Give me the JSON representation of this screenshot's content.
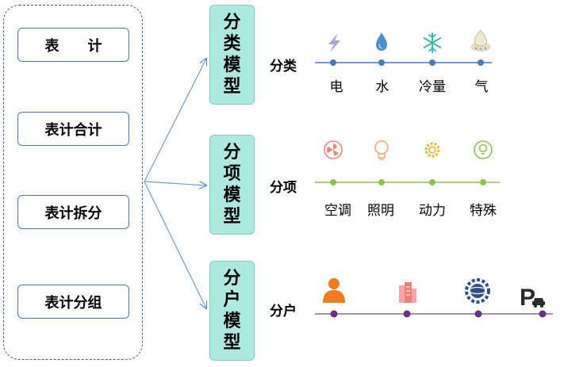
{
  "left_boxes": [
    "表　　计",
    "表计合计",
    "表计拆分",
    "表计分组"
  ],
  "models": [
    "分类模型",
    "分项模型",
    "分户模型"
  ],
  "rows": [
    {
      "label": "分类",
      "line_color": "#4a79b5",
      "dot_color": "#4a79b5",
      "items": [
        "电",
        "水",
        "冷量",
        "气"
      ],
      "icons": [
        "lightning-icon",
        "water-drop-icon",
        "snowflake-icon",
        "gas-flame-icon"
      ]
    },
    {
      "label": "分项",
      "line_color": "#8cc152",
      "dot_color": "#8cc152",
      "items": [
        "空调",
        "照明",
        "动力",
        "特殊"
      ],
      "icons": [
        "fan-icon",
        "lightbulb-icon",
        "gear-icon",
        "bulb-circle-icon"
      ]
    },
    {
      "label": "分户",
      "line_color": "#8e6aa3",
      "dot_color": "#6a2e8e",
      "items": [],
      "icons": [
        "person-icon",
        "building-icon",
        "globe-gear-icon",
        "parking-car-icon"
      ]
    }
  ],
  "parking_letter": "P"
}
